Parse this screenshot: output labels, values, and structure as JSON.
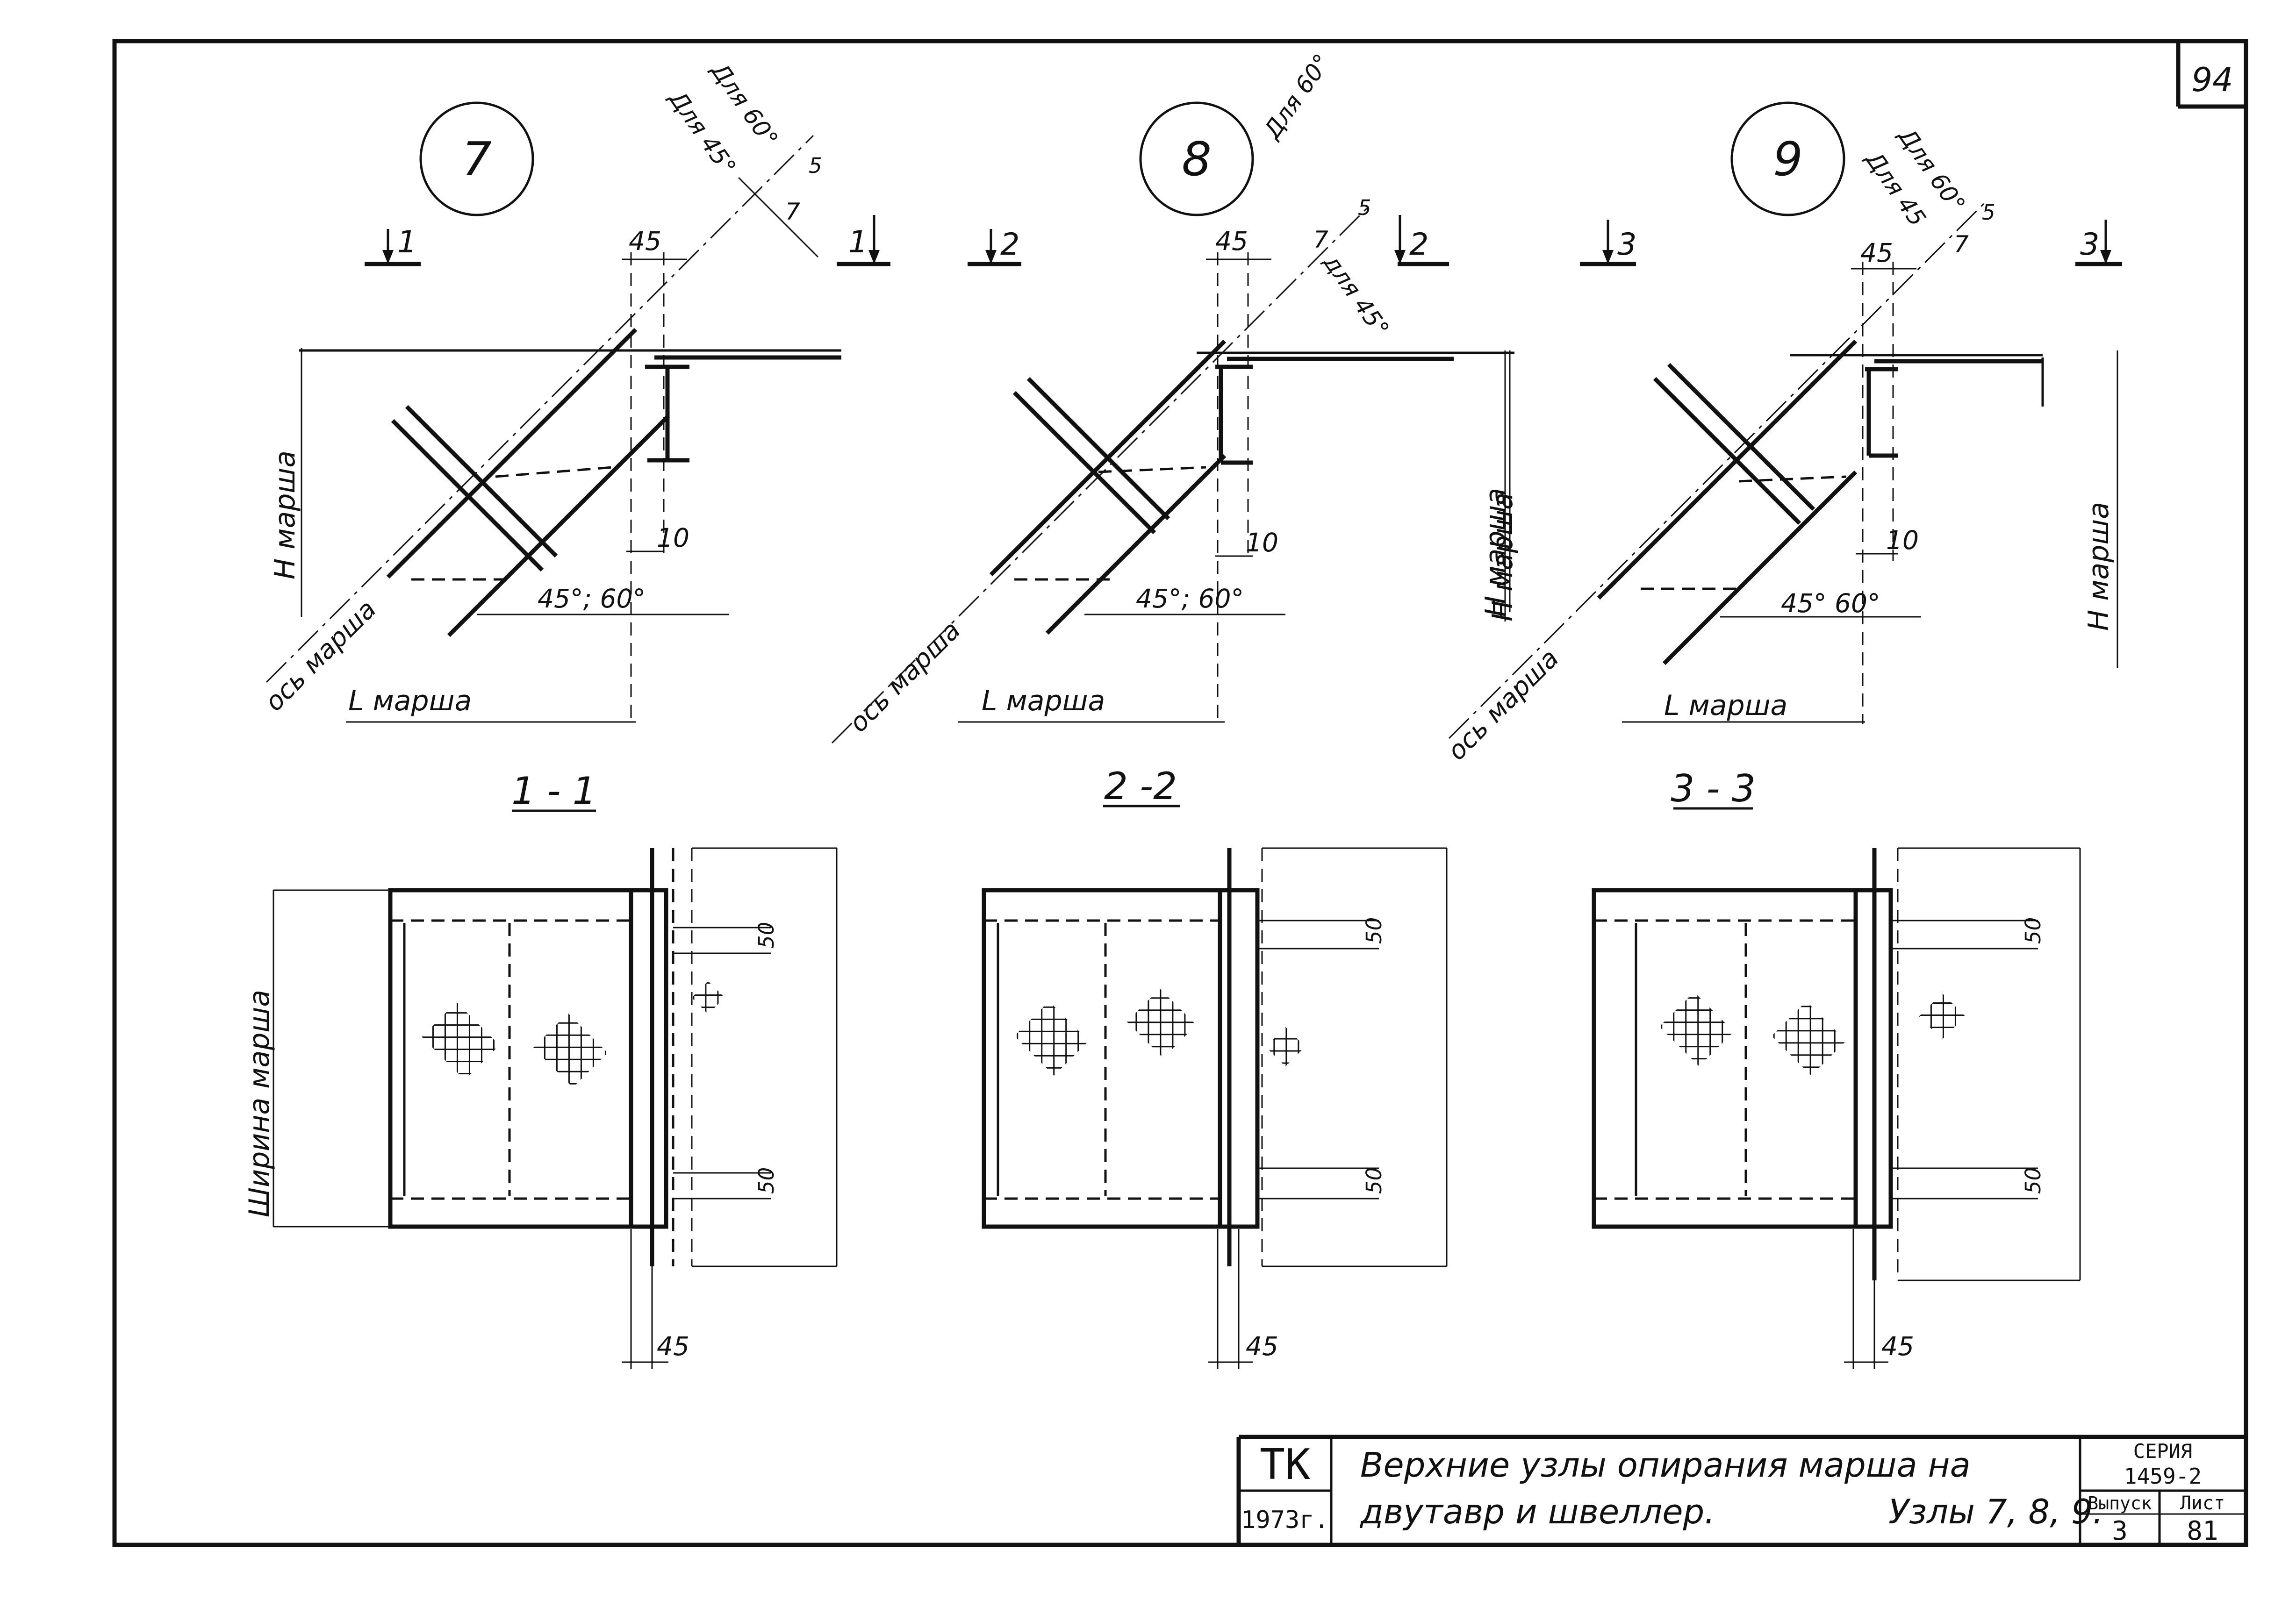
{
  "sheet": {
    "page_mark": "94"
  },
  "nodes": [
    {
      "number": "7",
      "section_mark": "1",
      "section_title": "1 - 1",
      "note_60": "Для 60°",
      "note_45": "Для 45°",
      "dim_5": "5",
      "dim_7": "7",
      "dim_top": "45",
      "dim_10": "10",
      "angle": "45°; 60°",
      "h_label": "H марша",
      "l_label": "L марша",
      "axis_label": "ось марша",
      "width_label": "Ширина марша",
      "dim_50_top": "50",
      "dim_50_bottom": "50",
      "dim_bottom": "45"
    },
    {
      "number": "8",
      "section_mark": "2",
      "section_title": "2 -2",
      "note_60": "Для 60°",
      "note_45": "для 45°",
      "dim_5": "5",
      "dim_7": "7",
      "dim_top": "45",
      "dim_10": "10",
      "angle": "45°; 60°",
      "h_label": "H марша",
      "l_label": "L марша",
      "axis_label": "ось марша",
      "width_label": "",
      "dim_50_top": "50",
      "dim_50_bottom": "50",
      "dim_bottom": "45"
    },
    {
      "number": "9",
      "section_mark": "3",
      "section_title": "3 - 3",
      "note_60": "Для 60°",
      "note_45": "Для 45",
      "dim_5": "5",
      "dim_7": "7",
      "dim_top": "45",
      "dim_10": "10",
      "angle": "45°   60°",
      "h_label": "H марша",
      "l_label": "L марша",
      "axis_label": "ось марша",
      "width_label": "",
      "dim_50_top": "50",
      "dim_50_bottom": "50",
      "dim_bottom": "45"
    }
  ],
  "title_block": {
    "org": "TK",
    "year": "1973г.",
    "title_line1": "Верхние узлы опирания марша на",
    "title_line2": "двутавр и швеллер.",
    "title_nodes": "Узлы 7, 8, 9.",
    "series_label": "СЕРИЯ",
    "series_value": "1459-2",
    "issue_label": "Выпуск",
    "issue_value": "3",
    "sheet_label": "Лист",
    "sheet_value": "81"
  }
}
